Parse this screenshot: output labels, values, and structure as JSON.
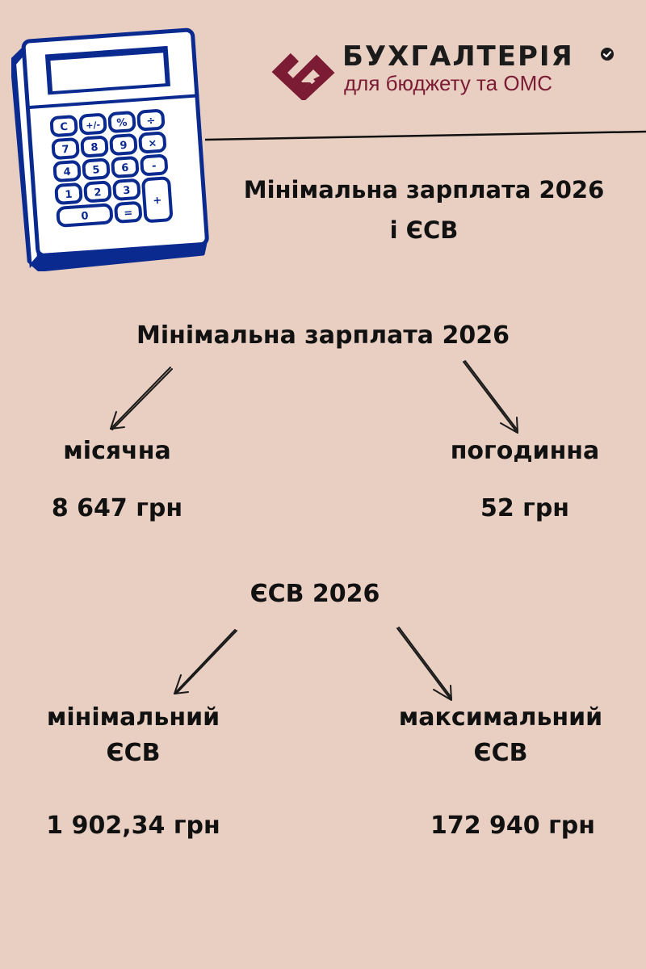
{
  "brand": {
    "title": "БУХГАЛТЕРІЯ",
    "subtitle": "для бюджету та ОМС",
    "mark_color": "#7B1B34",
    "check_icon": "check-circle-icon"
  },
  "header": {
    "title_line1": "Мінімальна зарплата 2026",
    "title_line2": "і ЄСВ",
    "illustration": "calculator-icon"
  },
  "calculator": {
    "keys": [
      "C",
      "+/-",
      "%",
      "÷",
      "7",
      "8",
      "9",
      "×",
      "4",
      "5",
      "6",
      "-",
      "1",
      "2",
      "3",
      "+",
      "0",
      "="
    ],
    "color": "#0A2A8F"
  },
  "min_wage": {
    "title": "Мінімальна зарплата 2026",
    "monthly": {
      "label": "місячна",
      "value": "8 647 грн"
    },
    "hourly": {
      "label": "погодинна",
      "value": "52 грн"
    }
  },
  "esv": {
    "title": "ЄСВ 2026",
    "minimum": {
      "label_line1": "мінімальний",
      "label_line2": "ЄСВ",
      "value": "1 902,34 грн"
    },
    "maximum": {
      "label_line1": "максимальний",
      "label_line2": "ЄСВ",
      "value": "172 940 грн"
    }
  },
  "colors": {
    "background": "#E9CFC2",
    "text": "#111111",
    "accent": "#7B1B34",
    "calculator_blue": "#0A2A8F"
  }
}
